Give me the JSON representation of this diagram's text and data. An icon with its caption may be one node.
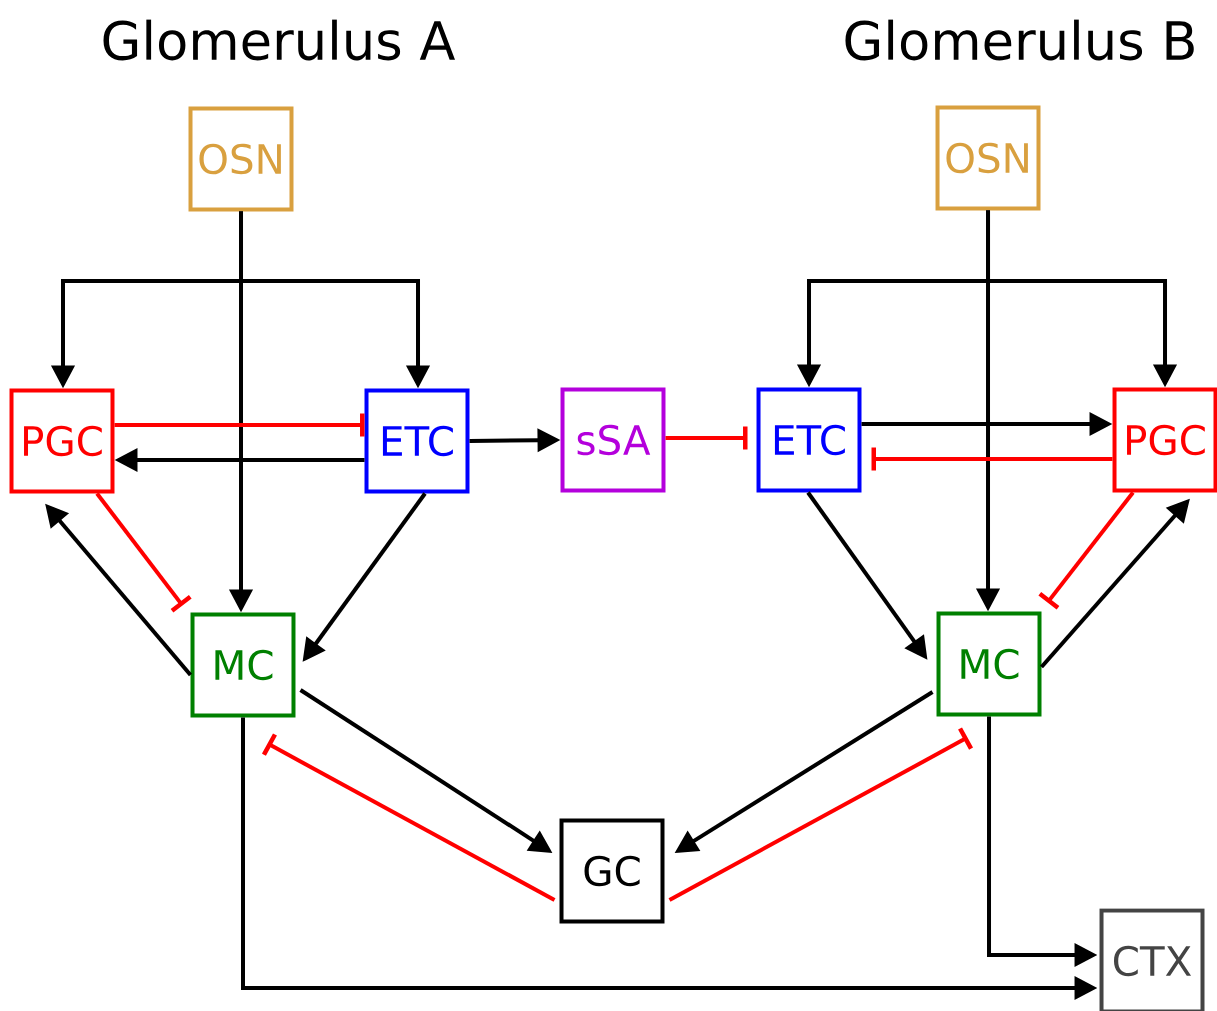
{
  "diagram": {
    "nodes": [
      {
        "text": [
          "OSN"
        ]
      },
      {
        "text": [
          "PGC"
        ]
      },
      {
        "text": [
          "ETC"
        ]
      },
      {
        "text": [
          "sSA"
        ]
      },
      {
        "text": [
          "ETC"
        ]
      },
      {
        "text": [
          "OSN"
        ]
      },
      {
        "text": [
          "PGC"
        ]
      },
      {
        "text": [
          "MC"
        ]
      },
      {
        "text": [
          "MC"
        ]
      },
      {
        "text": [
          "GC"
        ]
      },
      {
        "text": [
          "CTX"
        ]
      }
    ],
    "edges": [
      {
        "from": 0,
        "to": 1,
        "arrow": "to"
      },
      {
        "from": 0,
        "to": 2,
        "arrow": "to"
      },
      {
        "from": 0,
        "to": 7,
        "arrow": "to"
      },
      {
        "from": 1,
        "to": 2,
        "arrow": "other",
        "color": "#ff0000"
      },
      {
        "from": 2,
        "to": 1,
        "arrow": "to"
      },
      {
        "from": 2,
        "to": 3,
        "arrow": "to"
      },
      {
        "from": 3,
        "to": 4,
        "arrow": "other",
        "color": "#ff0000"
      },
      {
        "from": 1,
        "to": 7,
        "arrow": "other",
        "color": "#ff0000"
      },
      {
        "from": 7,
        "to": 1,
        "arrow": "to"
      },
      {
        "from": 2,
        "to": 7,
        "arrow": "to"
      },
      {
        "from": 5,
        "to": 4,
        "arrow": "to"
      },
      {
        "from": 5,
        "to": 6,
        "arrow": "to"
      },
      {
        "from": 5,
        "to": 8,
        "arrow": "to"
      },
      {
        "from": 4,
        "to": 6,
        "arrow": "to"
      },
      {
        "from": 6,
        "to": 4,
        "arrow": "other",
        "color": "#ff0000"
      },
      {
        "from": 4,
        "to": 8,
        "arrow": "to"
      },
      {
        "from": 6,
        "to": 8,
        "arrow": "other",
        "color": "#ff0000"
      },
      {
        "from": 8,
        "to": 6,
        "arrow": "to"
      },
      {
        "from": 7,
        "to": 9,
        "arrow": "to"
      },
      {
        "from": 9,
        "to": 7,
        "arrow": "other",
        "color": "#ff0000"
      },
      {
        "from": 8,
        "to": 9,
        "arrow": "to"
      },
      {
        "from": 9,
        "to": 8,
        "arrow": "other",
        "color": "#ff0000"
      },
      {
        "from": 8,
        "to": 10,
        "arrow": "to"
      },
      {
        "from": 7,
        "to": 10,
        "arrow": "to"
      }
    ],
    "labels": [
      "Glomerulus A",
      "Glomerulus B"
    ]
  }
}
